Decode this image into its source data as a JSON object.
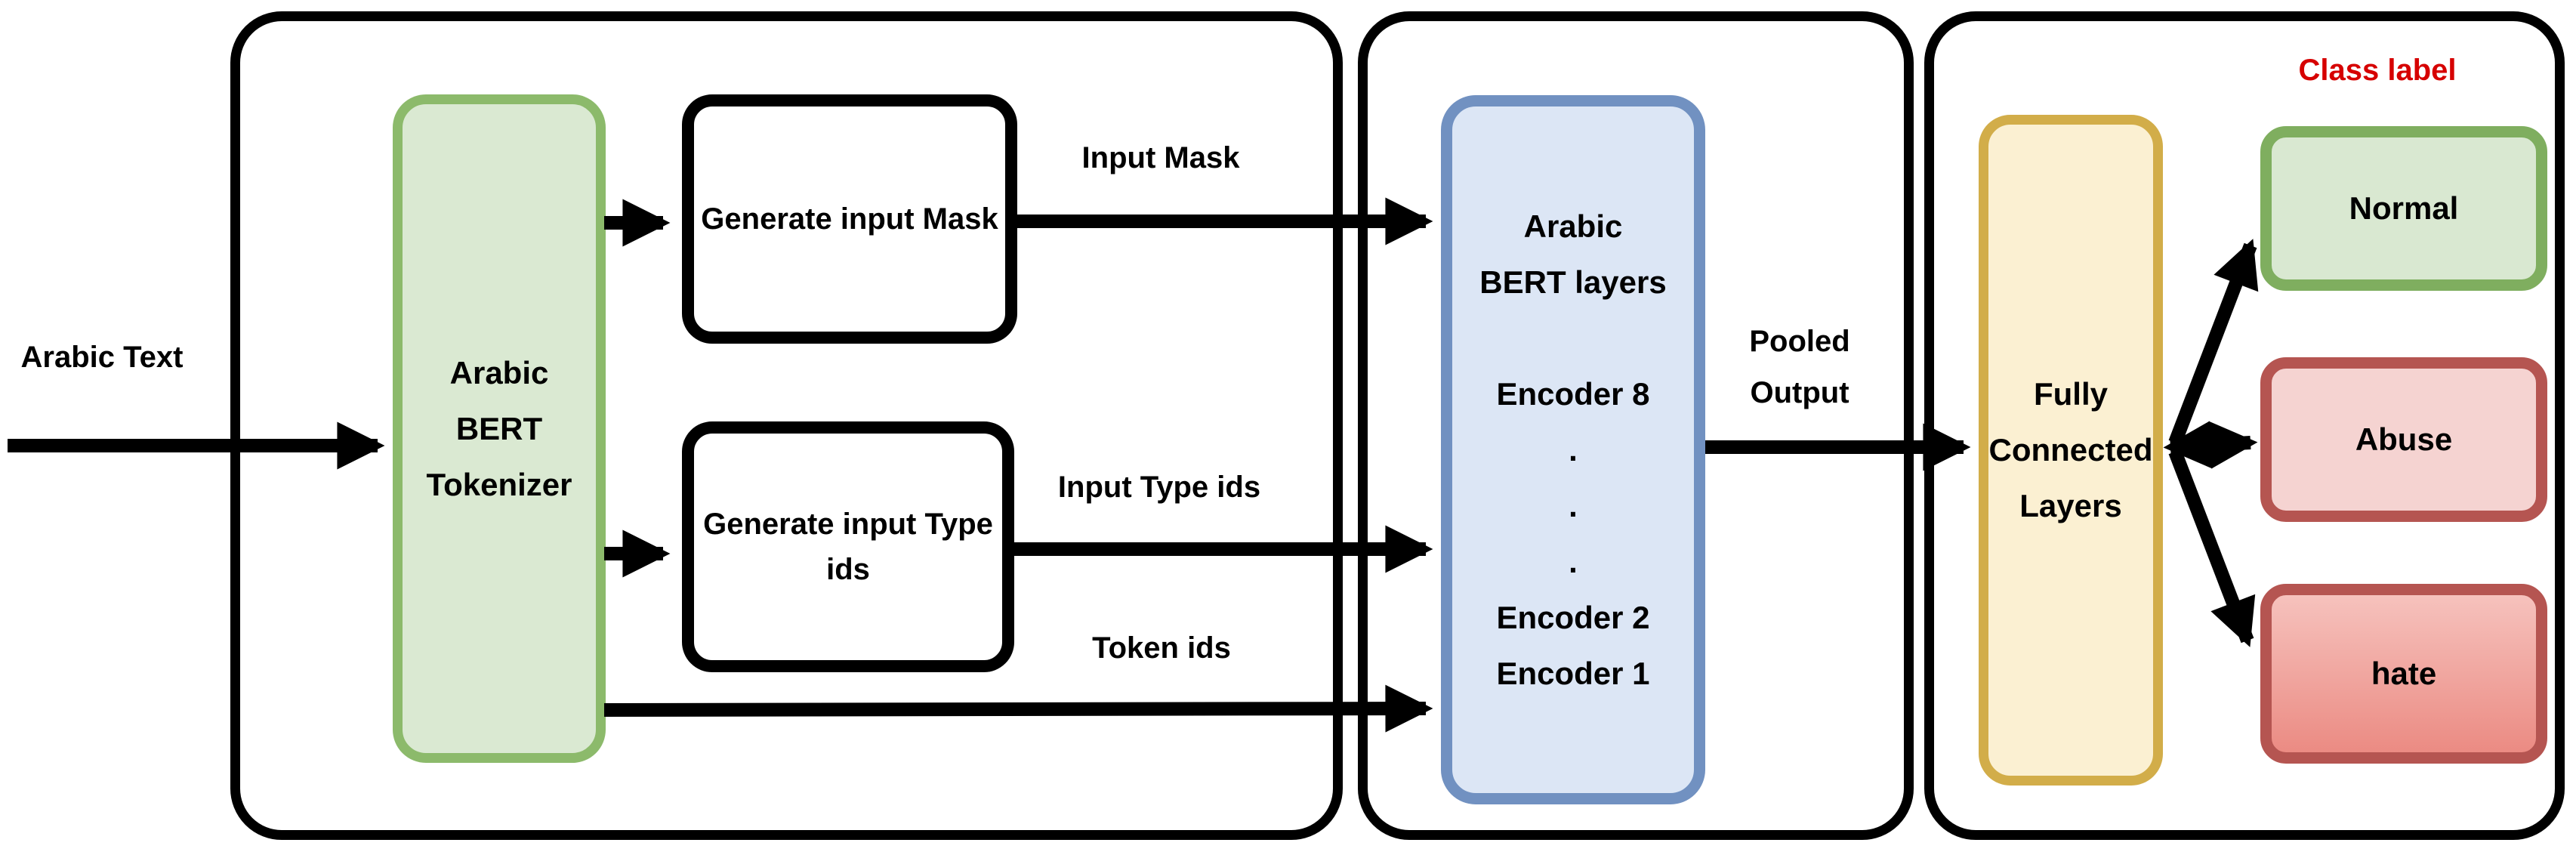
{
  "input_label": "Arabic Text",
  "stage1": {
    "tokenizer_label": "Arabic\nBERT\nTokenizer",
    "generate_mask_label": "Generate input Mask",
    "generate_type_label": "Generate input Type\nids",
    "input_mask_label": "Input Mask",
    "input_type_ids_label": "Input Type ids",
    "token_ids_label": "Token ids"
  },
  "stage2": {
    "bert_layers_label": "Arabic\nBERT layers\n\nEncoder 8\n.\n.\n.\nEncoder 2\nEncoder 1",
    "pooled_output_label": "Pooled\nOutput"
  },
  "stage3": {
    "fc_label": "Fully\nConnected\nLayers",
    "class_label_title": "Class label",
    "classes": [
      {
        "label": "Normal"
      },
      {
        "label": "Abuse"
      },
      {
        "label": "hate"
      }
    ]
  },
  "colors": {
    "container_border": "#000000",
    "arrow": "#000000",
    "tokenizer_fill": "#DAE9D2",
    "tokenizer_border": "#8CBA6B",
    "process_fill": "#FFFFFF",
    "process_border": "#000000",
    "bert_fill": "#DCE6F5",
    "bert_border": "#7191C1",
    "fc_fill": "#FBF0D2",
    "fc_border": "#D2AD49",
    "normal_fill": "#D9E8D1",
    "normal_border": "#7FAE5F",
    "abuse_fill": "#F5D3D1",
    "abuse_border": "#B55551",
    "hate_fill_top": "#F6C2BD",
    "hate_fill_bottom": "#EB8B83",
    "hate_border": "#B55551",
    "class_label_color": "#D60000"
  }
}
